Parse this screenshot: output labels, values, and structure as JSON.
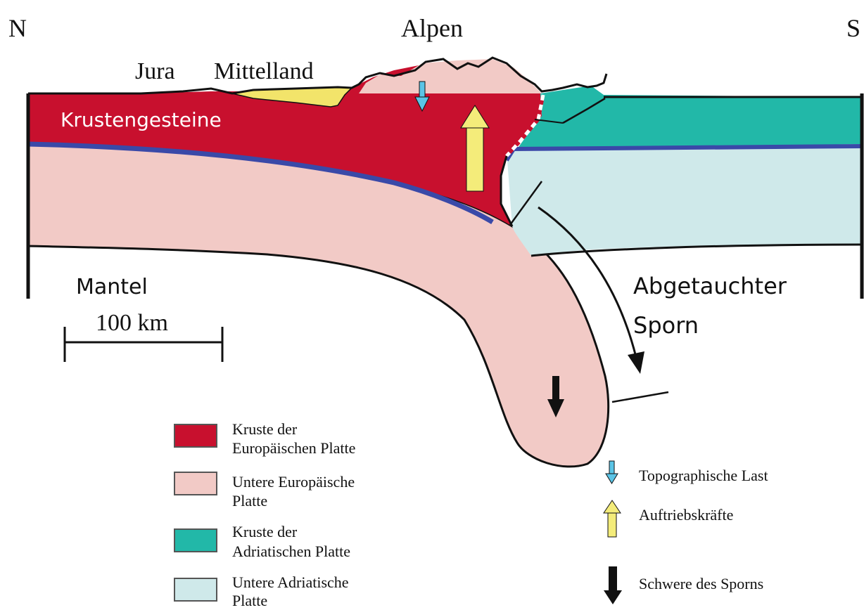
{
  "directions": {
    "north": "N",
    "south": "S"
  },
  "regions": {
    "alps": "Alpen",
    "jura": "Jura",
    "plateau": "Mittelland"
  },
  "layers": {
    "crust_label": "Krustengesteine",
    "mantle_label": "Mantel",
    "slab_label": [
      "Abgetauchter",
      "Sporn"
    ]
  },
  "scale": {
    "label": "100 km"
  },
  "legend": {
    "items": [
      {
        "color": "#c8102e",
        "lines": [
          "Kruste der",
          "Europäischen Platte"
        ]
      },
      {
        "color": "#f2cac6",
        "lines": [
          "Untere Europäische",
          "Platte"
        ]
      },
      {
        "color": "#22b8a8",
        "lines": [
          "Kruste der",
          "Adriatischen Platte"
        ]
      },
      {
        "color": "#cfe9ea",
        "lines": [
          "Untere Adriatische",
          "Platte"
        ]
      }
    ],
    "arrows": [
      {
        "icon": "blue-arrow-icon",
        "label": "Topographische Last"
      },
      {
        "icon": "yellow-arrow-icon",
        "label": "Auftriebskräfte"
      },
      {
        "icon": "black-arrow-icon",
        "label": "Schwere des Sporns"
      }
    ]
  },
  "colors": {
    "european_crust": "#c8102e",
    "lower_european": "#f2cac6",
    "adriatic_crust": "#22b8a8",
    "lower_adriatic": "#cfe9ea",
    "moho": "#3a49a8",
    "molasse": "#f2e46a",
    "load_arrow": "#5bc4e6",
    "buoyancy_arrow": "#f4ec7a"
  }
}
